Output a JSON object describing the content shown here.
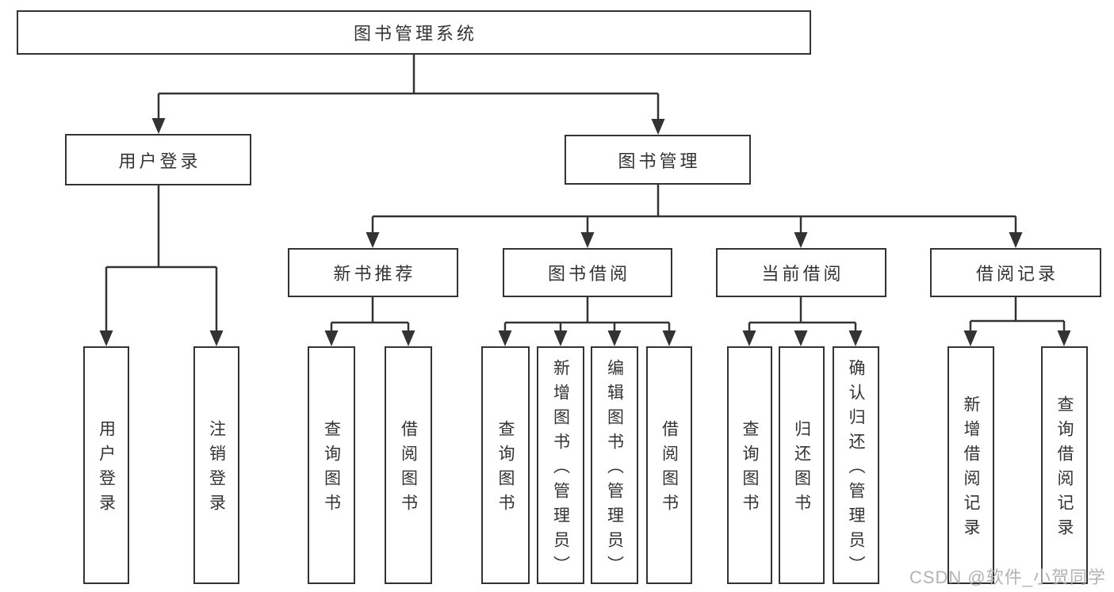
{
  "diagram_type": "hierarchy-tree",
  "tree": {
    "label": "图书管理系统",
    "children": [
      {
        "label": "用户登录",
        "children": [
          {
            "label": "用户登录"
          },
          {
            "label": "注销登录"
          }
        ]
      },
      {
        "label": "图书管理",
        "children": [
          {
            "label": "新书推荐",
            "children": [
              {
                "label": "查询图书"
              },
              {
                "label": "借阅图书"
              }
            ]
          },
          {
            "label": "图书借阅",
            "children": [
              {
                "label": "查询图书"
              },
              {
                "label": "新增图书（管理员）"
              },
              {
                "label": "编辑图书（管理员）"
              },
              {
                "label": "借阅图书"
              }
            ]
          },
          {
            "label": "当前借阅",
            "children": [
              {
                "label": "查询图书"
              },
              {
                "label": "归还图书"
              },
              {
                "label": "确认归还（管理员）"
              }
            ]
          },
          {
            "label": "借阅记录",
            "children": [
              {
                "label": "新增借阅记录"
              },
              {
                "label": "查询借阅记录"
              }
            ]
          }
        ]
      }
    ]
  },
  "watermark": {
    "text": "CSDN @软件_小贺同学"
  },
  "colors": {
    "line": "#333333",
    "box_border": "#333333",
    "text": "#333333",
    "watermark": "#ababab",
    "background": "#ffffff"
  }
}
